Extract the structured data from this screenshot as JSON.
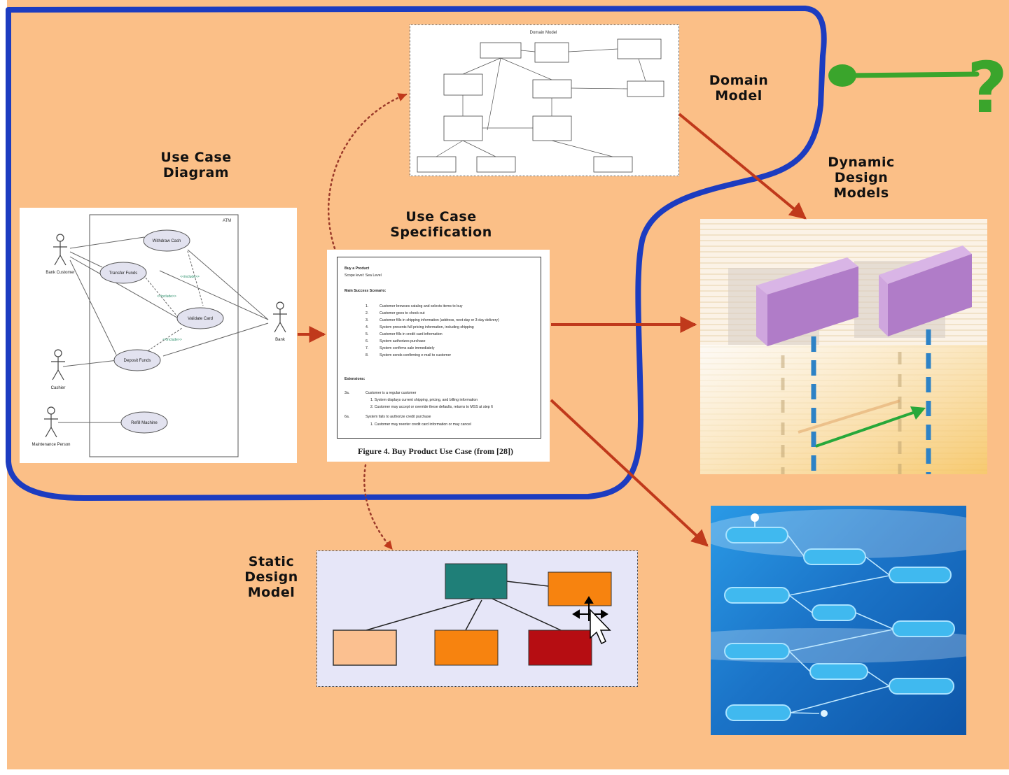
{
  "labels": {
    "domain_model": [
      "Domain",
      "Model"
    ],
    "use_case_diagram": [
      "Use Case",
      "Diagram"
    ],
    "use_case_spec": [
      "Use Case",
      "Specification"
    ],
    "dynamic_design_model": [
      "Dynamic",
      "Design",
      "Models"
    ],
    "static_design_model": [
      "Static",
      "Design",
      "Model"
    ],
    "question_mark": "?"
  },
  "use_case_diagram": {
    "actors": [
      "Bank Customer",
      "Cashier",
      "Maintenance Person",
      "Bank"
    ],
    "use_cases": [
      "Withdraw Cash",
      "Transfer Funds",
      "Validate Card",
      "Deposit Funds",
      "Refill Machine"
    ],
    "stereotypes": [
      "<<include>>",
      "<<include>>",
      "<<include>>"
    ],
    "system": "ATM"
  },
  "use_case_spec": {
    "heading": "Buy a Product",
    "scope": "Scope level:  Sea Level",
    "main_scenario_title": "Main Success Scenario:",
    "steps": [
      "Customer browses catalog and selects items to buy",
      "Customer goes to check out",
      "Customer fills in shipping information (address, next-day or 3-day delivery)",
      "System presents full pricing information, including shipping",
      "Customer fills in credit card information",
      "System authorizes purchase",
      "System confirms sale immediately",
      "System sends confirming e-mail to customer"
    ],
    "extensions_title": "Extensions:",
    "ext_3a": "Customer is a regular customer",
    "ext_3a_items": [
      "1. System displays current shipping, pricing, and billing information",
      "2. Customer may accept or override these defaults, returns to MSS at step 6"
    ],
    "ext_6a": "System fails to authorize credit purchase",
    "ext_6a_items": [
      "1. Customer may reenter credit card information or may cancel"
    ],
    "caption": "Figure 4.  Buy Product Use Case (from [28])"
  },
  "domain_model_diagram": {
    "title": "Domain Model"
  },
  "colors": {
    "background": "#fbbf87",
    "boundary": "#1c3cc0",
    "arrow": "#c0391b",
    "question": "#3aa52c",
    "teal": "#1f7f78",
    "orange": "#f7830f",
    "red": "#b60d12",
    "light": "#fbc090",
    "lifeline_block": "#b07cc8",
    "flow_bg": "#1a82d6"
  }
}
